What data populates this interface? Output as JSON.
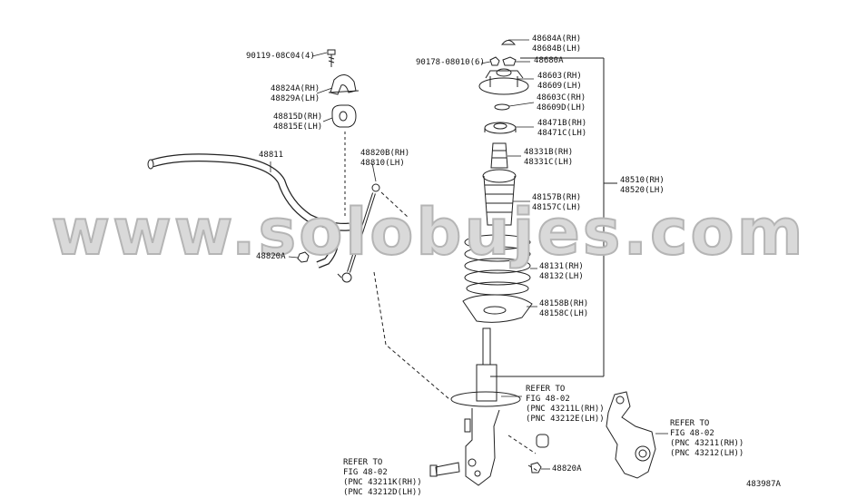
{
  "watermark": "www.solobujes.com",
  "diagram_code": "483987A",
  "labels": {
    "p90119": "90119-08C04(4)",
    "p48824": [
      "48824A(RH)",
      "48829A(LH)"
    ],
    "p48815": [
      "48815D(RH)",
      "48815E(LH)"
    ],
    "p48811": "48811",
    "p48820bl": [
      "48820B(RH)",
      "48810(LH)"
    ],
    "p48820a_top": "48820A",
    "p48684": [
      "48684A(RH)",
      "48684B(LH)"
    ],
    "p90178": "90178-08010(6)",
    "p48680": "48680A",
    "p48603": [
      "48603(RH)",
      "48609(LH)"
    ],
    "p48603c": [
      "48603C(RH)",
      "48609D(LH)"
    ],
    "p48471": [
      "48471B(RH)",
      "48471C(LH)"
    ],
    "p48331": [
      "48331B(RH)",
      "48331C(LH)"
    ],
    "p48510": [
      "48510(RH)",
      "48520(LH)"
    ],
    "p48157": [
      "48157B(RH)",
      "48157C(LH)"
    ],
    "p48131": [
      "48131(RH)",
      "48132(LH)"
    ],
    "p48158": [
      "48158B(RH)",
      "48158C(LH)"
    ],
    "ref_strut": [
      "REFER TO",
      "FIG 48-02",
      "(PNC 43211L(RH))",
      "(PNC 43212E(LH))"
    ],
    "ref_knuckle": [
      "REFER TO",
      "FIG 48-02",
      "(PNC 43211(RH))",
      "(PNC 43212(LH))"
    ],
    "ref_bolt": [
      "REFER TO",
      "FIG 48-02",
      "(PNC 43211K(RH))",
      "(PNC 43212D(LH))"
    ],
    "p48820a_bottom": "48820A"
  }
}
